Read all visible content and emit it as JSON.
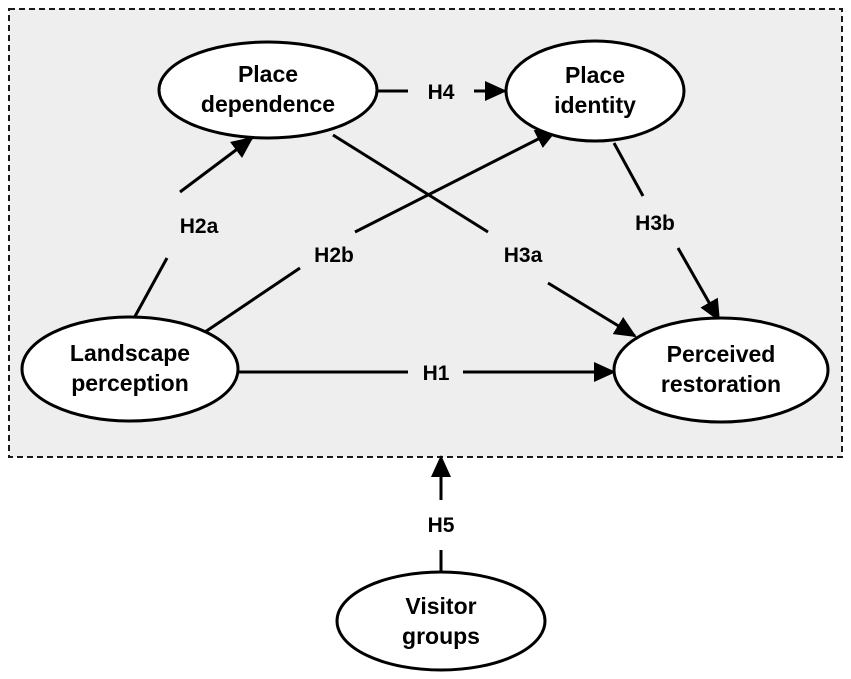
{
  "colors": {
    "frame_fill": "#eeeeee",
    "frame_stroke": "#1a1a1a",
    "node_fill": "#ffffff",
    "stroke": "#000000"
  },
  "nodes": {
    "place_dependence": {
      "line1": "Place",
      "line2": "dependence"
    },
    "place_identity": {
      "line1": "Place",
      "line2": "identity"
    },
    "landscape_perception": {
      "line1": "Landscape",
      "line2": "perception"
    },
    "perceived_restoration": {
      "line1": "Perceived",
      "line2": "restoration"
    },
    "visitor_groups": {
      "line1": "Visitor",
      "line2": "groups"
    }
  },
  "edges": {
    "h1": {
      "label": "H1",
      "from": "Landscape perception",
      "to": "Perceived restoration"
    },
    "h2a": {
      "label": "H2a",
      "from": "Landscape perception",
      "to": "Place dependence"
    },
    "h2b": {
      "label": "H2b",
      "from": "Landscape perception",
      "to": "Place identity"
    },
    "h3a": {
      "label": "H3a",
      "from": "Place dependence",
      "to": "Perceived restoration"
    },
    "h3b": {
      "label": "H3b",
      "from": "Place identity",
      "to": "Perceived restoration"
    },
    "h4": {
      "label": "H4",
      "from": "Place dependence",
      "to": "Place identity"
    },
    "h5": {
      "label": "H5",
      "from": "Visitor groups",
      "to": "model"
    }
  }
}
